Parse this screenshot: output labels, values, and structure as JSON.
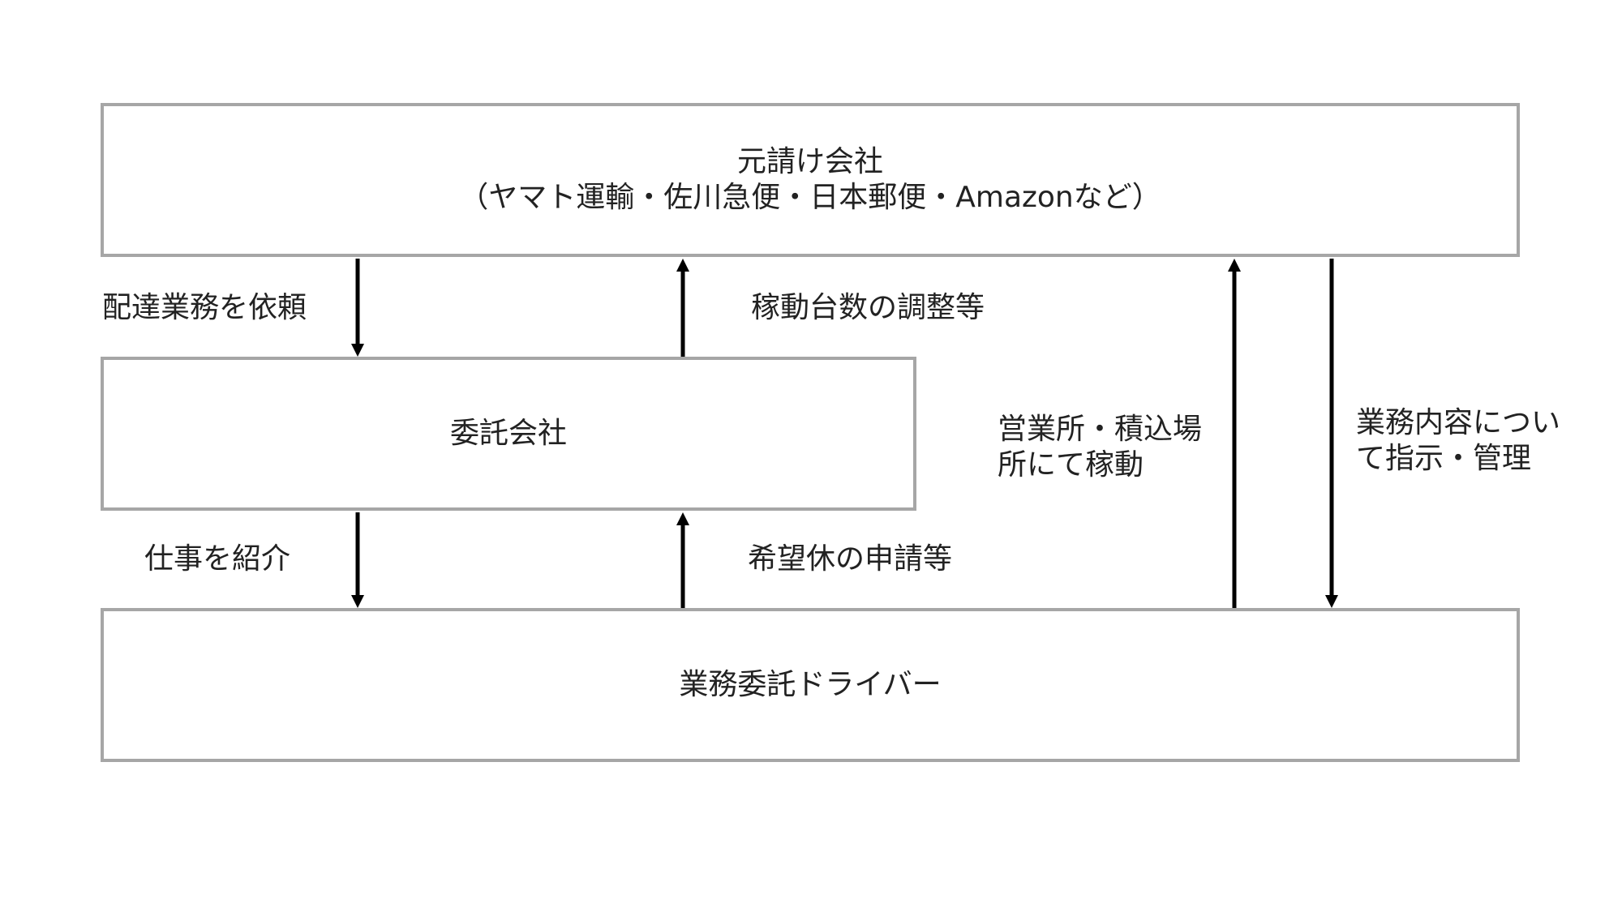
{
  "boxes": {
    "prime_contractor": {
      "line1": "元請け会社",
      "line2": "（ヤマト運輸・佐川急便・日本郵便・Amazonなど）"
    },
    "subcontractor": {
      "label": "委託会社"
    },
    "driver": {
      "label": "業務委託ドライバー"
    }
  },
  "labels": {
    "delivery_request": "配達業務を依頼",
    "vehicle_adjustment": "稼動台数の調整等",
    "work_at_office_line1": "営業所・積込場",
    "work_at_office_line2": "所にて稼動",
    "instruction_line1": "業務内容につい",
    "instruction_line2": "て指示・管理",
    "job_introduction": "仕事を紹介",
    "leave_request": "希望休の申請等"
  },
  "colors": {
    "box_border": "#a6a6a6",
    "arrow": "#000000",
    "text": "#222222"
  }
}
